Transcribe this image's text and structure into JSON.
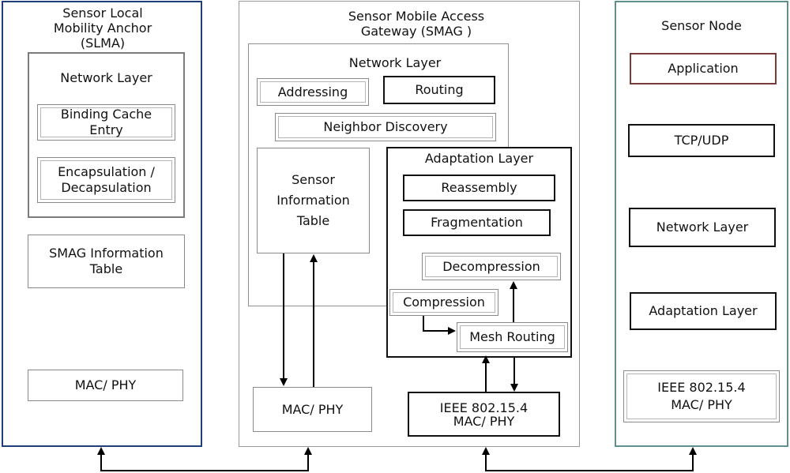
{
  "slma": {
    "title": "Sensor Local\nMobility Anchor\n(SLMA)",
    "network_layer": "Network Layer",
    "binding_cache": "Binding Cache\nEntry",
    "encapsulation": "Encapsulation /\nDecapsulation",
    "smag_info_table": "SMAG Information\nTable",
    "mac_phy": "MAC/ PHY"
  },
  "smag": {
    "title": "Sensor Mobile  Access\nGateway (SMAG   )",
    "network_layer": "Network Layer",
    "addressing": "Addressing",
    "routing": "Routing",
    "neighbor_discovery": "Neighbor Discovery",
    "sensor_info_table": "Sensor\nInformation\nTable",
    "adaptation_layer": "Adaptation Layer",
    "reassembly": "Reassembly",
    "fragmentation": "Fragmentation",
    "decompression": "Decompression",
    "compression": "Compression",
    "mesh_routing": "Mesh Routing",
    "mac_phy": "MAC/ PHY",
    "ieee_mac_phy": "IEEE 802.15.4\nMAC/ PHY"
  },
  "node": {
    "title": "Sensor Node",
    "application": "Application",
    "tcp_udp": "TCP/UDP",
    "network_layer": "Network Layer",
    "adaptation_layer": "Adaptation Layer",
    "ieee_mac_phy": "IEEE 802.15.4\nMAC/ PHY"
  }
}
